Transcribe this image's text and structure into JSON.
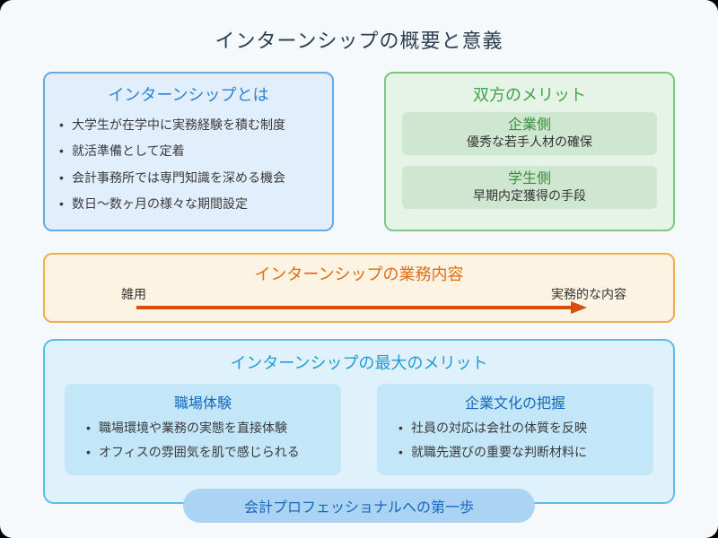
{
  "title": "インターンシップの概要と意義",
  "colors": {
    "background": "#f6f9fc",
    "blue_border": "#66a9e5",
    "blue_header": "#2c82d9",
    "green_border": "#80c683",
    "green_header": "#44a048",
    "orange_border": "#efaf48",
    "orange_header": "#e06c12",
    "arrow": "#d94f12",
    "cyan_border": "#58bfec",
    "cyan_header": "#229ad8",
    "card_header": "#1467bd",
    "pill_bg": "#abd4f4"
  },
  "intern_box": {
    "title": "インターンシップとは",
    "bullets": [
      "大学生が在学中に実務経験を積む制度",
      "就活準備として定着",
      "会計事務所では専門知識を深める機会",
      "数日〜数ヶ月の様々な期間設定"
    ]
  },
  "merit_box": {
    "title": "双方のメリット",
    "items": [
      {
        "label": "企業側",
        "desc": "優秀な若手人材の確保"
      },
      {
        "label": "学生側",
        "desc": "早期内定獲得の手段"
      }
    ]
  },
  "work_box": {
    "title": "インターンシップの業務内容",
    "left_label": "雑用",
    "right_label": "実務的な内容"
  },
  "benefit_box": {
    "title": "インターンシップの最大のメリット",
    "cards": [
      {
        "title": "職場体験",
        "bullets": [
          "職場環境や業務の実態を直接体験",
          "オフィスの雰囲気を肌で感じられる"
        ]
      },
      {
        "title": "企業文化の把握",
        "bullets": [
          "社員の対応は会社の体質を反映",
          "就職先選びの重要な判断材料に"
        ]
      }
    ],
    "footer": "会計プロフェッショナルへの第一歩"
  }
}
